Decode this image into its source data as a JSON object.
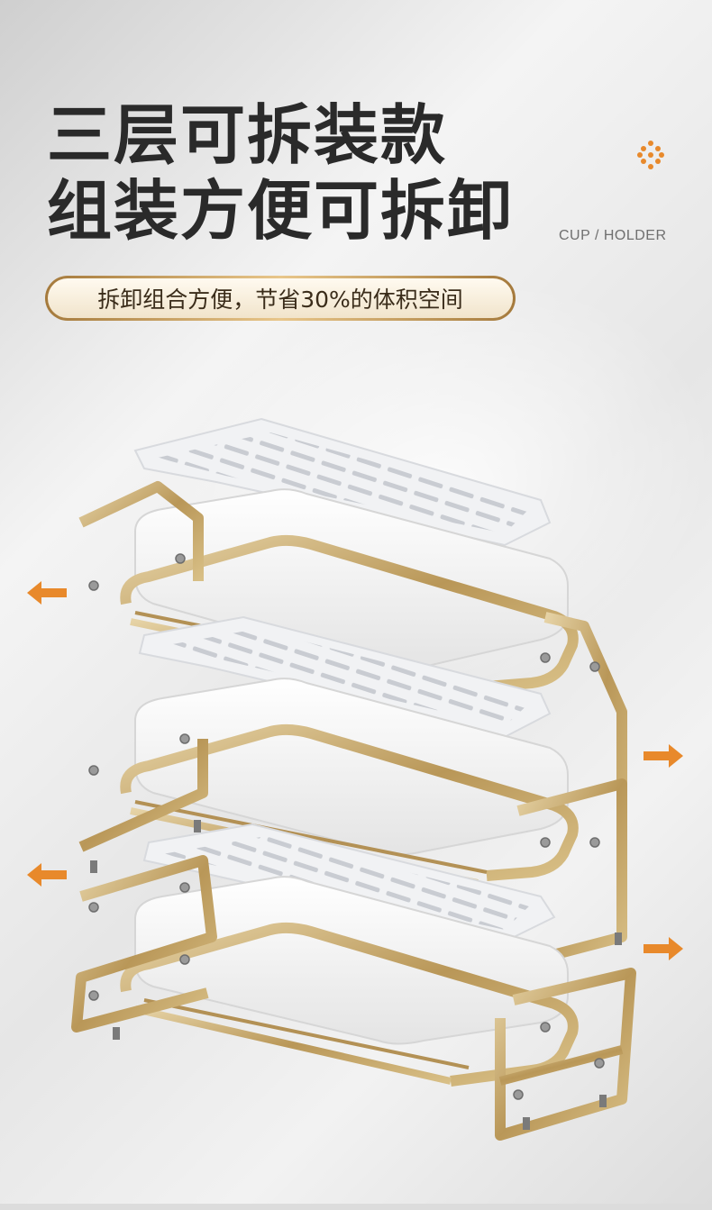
{
  "headline": {
    "line1": "三层可拆装款",
    "line2": "组装方便可拆卸"
  },
  "subtitle": "CUP / HOLDER",
  "tagline": "拆卸组合方便，节省30%的体积空间",
  "icons": {
    "decor": "orange-dot-cluster-icon",
    "arrows": [
      "arrow-left-icon",
      "arrow-right-icon",
      "arrow-left-icon",
      "arrow-right-icon"
    ]
  },
  "colors": {
    "accent": "#e8892b",
    "gold": "#c2a56e",
    "title": "#2a2a2a",
    "tray": "#f7f7f7"
  }
}
